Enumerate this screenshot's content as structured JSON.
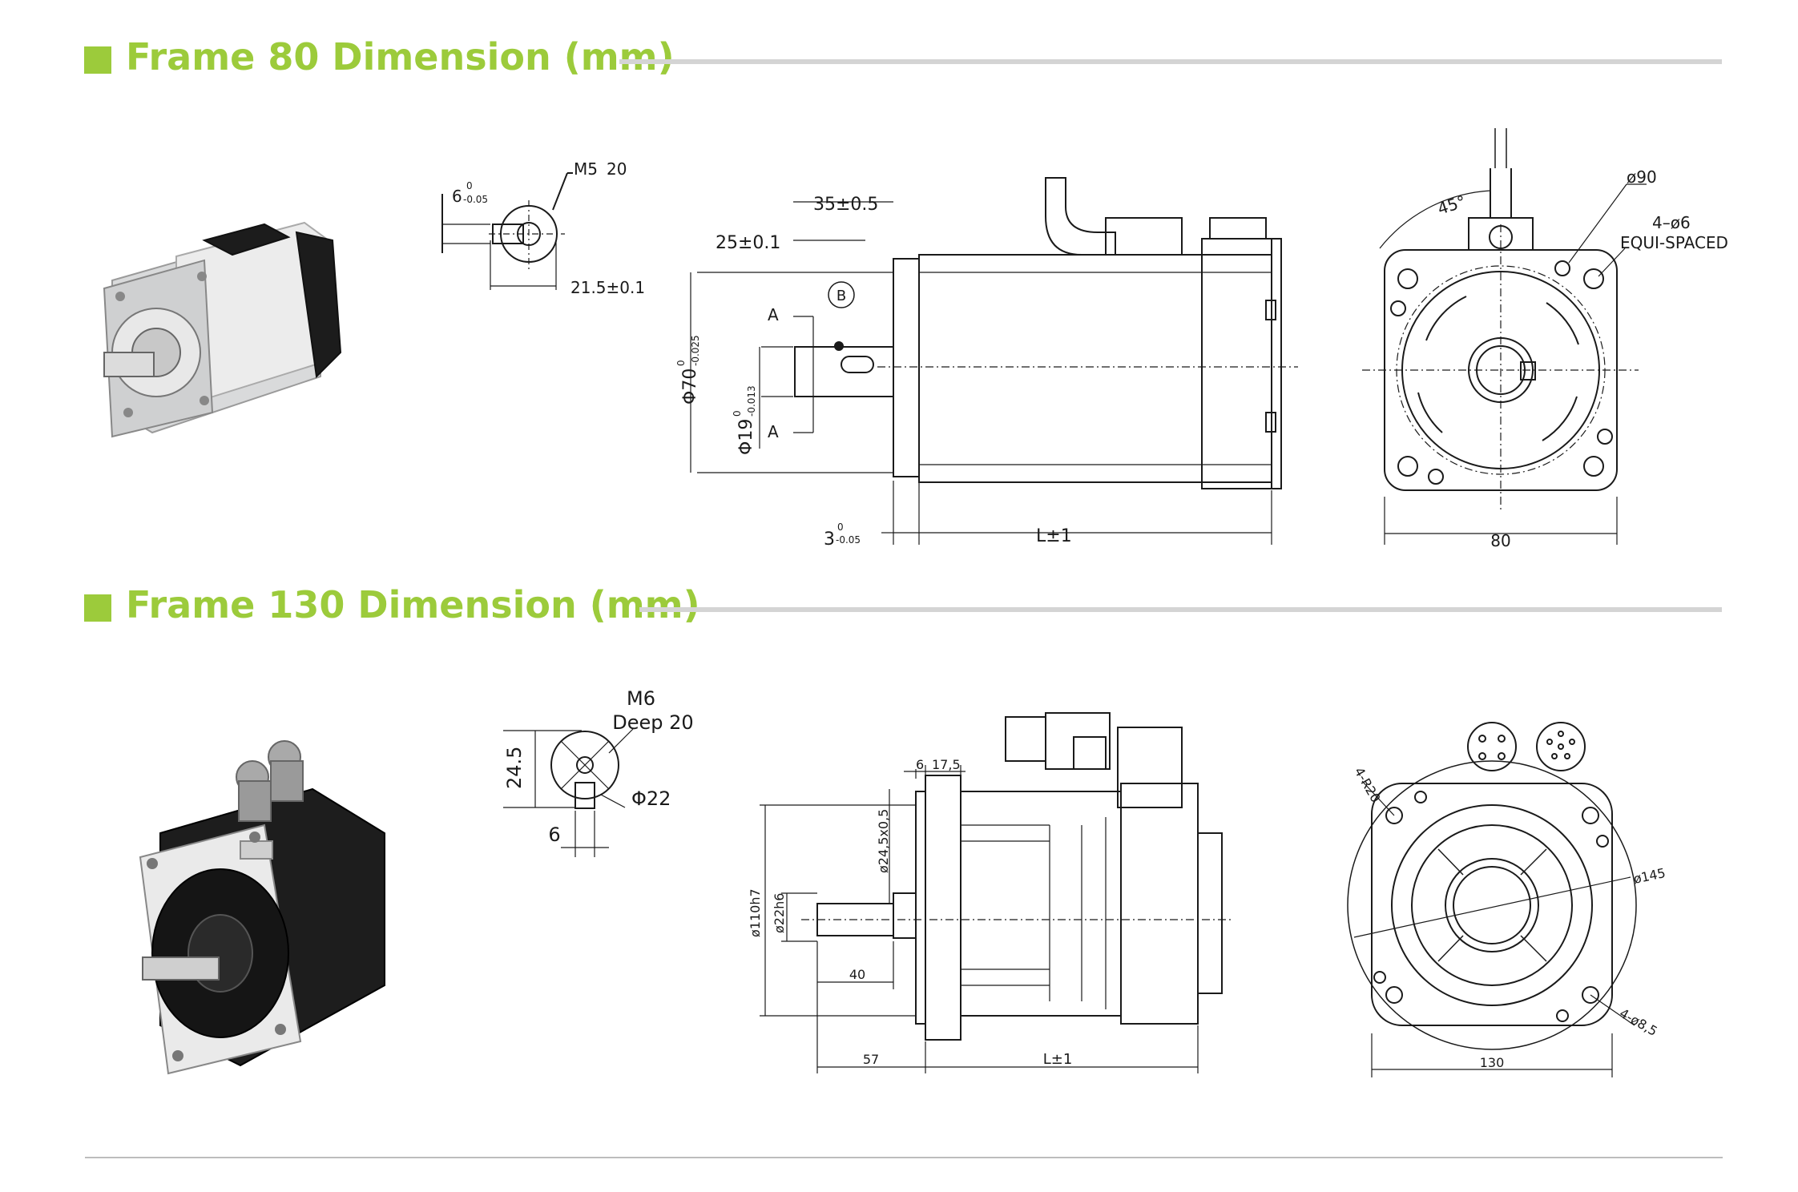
{
  "colors": {
    "accent": "#9ccb3b",
    "rule": "#d4d4d4",
    "line": "#1a1a1a"
  },
  "frame80": {
    "title": "Frame 80 Dimension (mm)",
    "shaft_end": {
      "thread": "M5",
      "thread_depth": "20",
      "key_width": "6",
      "key_tol_upper": "0",
      "key_tol_lower": "-0.05",
      "key_height": "21.5±0.1"
    },
    "side_view": {
      "shaft_length": "35±0.5",
      "key_length": "25±0.1",
      "pilot_dia": "Φ70",
      "pilot_tol_upper": "0",
      "pilot_tol_lower": "-0.025",
      "shaft_dia": "Φ19",
      "shaft_tol_upper": "0",
      "shaft_tol_lower": "-0.013",
      "flange_thk": "3",
      "flange_tol_upper": "0",
      "flange_tol_lower": "-0.05",
      "length": "L±1",
      "datum": "B",
      "section": "A"
    },
    "front_view": {
      "bolt_circle": "ø90",
      "holes": "4–ø6",
      "holes_note": "EQUI-SPACED",
      "angle": "45°",
      "width": "80"
    }
  },
  "frame130": {
    "title": "Frame 130 Dimension (mm)",
    "shaft_end": {
      "thread": "M6",
      "thread_depth": "Deep 20",
      "key_height": "24.5",
      "key_width": "6",
      "shaft_dia": "Φ22"
    },
    "side_view": {
      "flange_thk": "6",
      "flange_len": "17,5",
      "key_size": "ø24,5x0,5",
      "pilot_dia": "ø110h7",
      "shaft_dia": "ø22h6",
      "key_len": "40",
      "shaft_len": "57",
      "length": "L±1"
    },
    "front_view": {
      "corner_radius": "4-R20",
      "bolt_circle": "ø145",
      "holes": "4-ø8,5",
      "width": "130"
    }
  }
}
